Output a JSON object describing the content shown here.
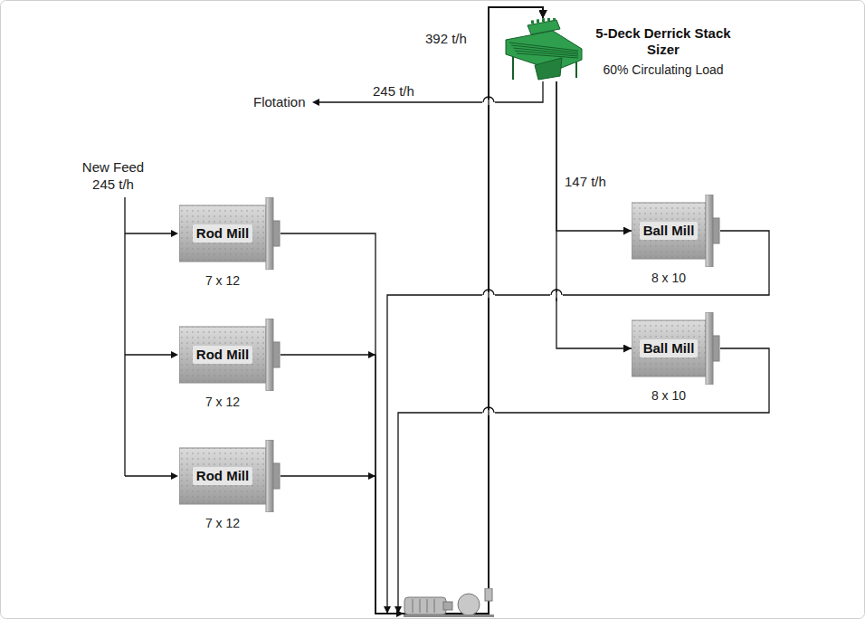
{
  "diagram": {
    "nodes": [
      {
        "text": [
          "5-Deck Derrick Stack Sizer",
          "60% Circulating Load"
        ]
      },
      {
        "text": [
          "Rod Mill",
          "7 x 12"
        ]
      },
      {
        "text": [
          "Ball Mill",
          "8 x 10"
        ]
      },
      {
        "text": [
          "Rod Mill",
          "7 x 12"
        ]
      },
      {
        "text": [
          "Ball Mill",
          "8 x 10"
        ]
      },
      {
        "text": [
          "Rod Mill",
          "7 x 12"
        ]
      }
    ],
    "edges": [
      {
        "from": 0,
        "to": 2,
        "arrow": "to"
      },
      {
        "from": 0,
        "to": 4,
        "arrow": "to"
      },
      {
        "from": 1,
        "to": 0,
        "arrow": "to"
      },
      {
        "from": 3,
        "to": 0,
        "arrow": "to"
      },
      {
        "from": 5,
        "to": 0,
        "arrow": "to"
      },
      {
        "from": 2,
        "to": 0,
        "arrow": "to"
      },
      {
        "from": 4,
        "to": 0,
        "arrow": "to"
      }
    ],
    "labels": [
      "392 t/h",
      "Flotation",
      "245 t/h",
      "147 t/h",
      "New Feed",
      "245 t/h"
    ]
  }
}
